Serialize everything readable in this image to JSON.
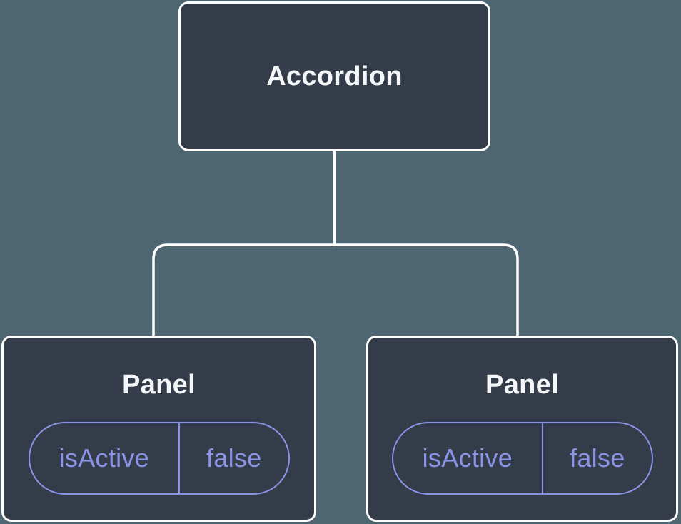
{
  "colors": {
    "background": "#4D6671",
    "node-fill": "#343B49",
    "node-border": "#FFFFFF",
    "connector": "#FFFFFF",
    "accent-purple": "#8A94E6",
    "text-light": "#F5F6F8"
  },
  "tree": {
    "root": {
      "label": "Accordion"
    },
    "children": [
      {
        "label": "Panel",
        "pill": {
          "key": "isActive",
          "value": "false"
        }
      },
      {
        "label": "Panel",
        "pill": {
          "key": "isActive",
          "value": "false"
        }
      }
    ]
  }
}
